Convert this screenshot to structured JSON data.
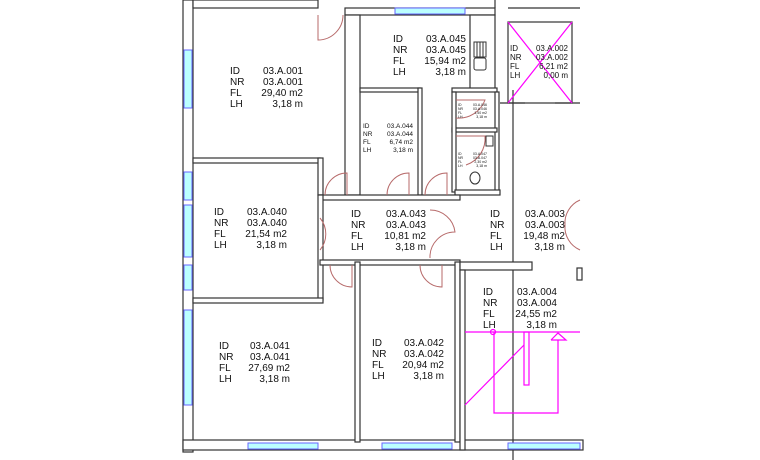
{
  "plan": {
    "field_labels": [
      "ID",
      "NR",
      "FL",
      "LH"
    ],
    "rooms": [
      {
        "key": "r001",
        "id": "03.A.001",
        "nr": "03.A.001",
        "fl": "29,40 m2",
        "lh": "3,18 m"
      },
      {
        "key": "r045",
        "id": "03.A.045",
        "nr": "03.A.045",
        "fl": "15,94 m2",
        "lh": "3,18 m"
      },
      {
        "key": "r002",
        "id": "03.A.002",
        "nr": "03.A.002",
        "fl": "6,21 m2",
        "lh": "0,00 m"
      },
      {
        "key": "r044",
        "id": "03.A.044",
        "nr": "03.A.044",
        "fl": "6,74 m2",
        "lh": "3,18 m"
      },
      {
        "key": "r046",
        "id": "03.A.046",
        "nr": "03.A.046",
        "fl": "1,50 m2",
        "lh": "3,18 m"
      },
      {
        "key": "r047",
        "id": "03.A.047",
        "nr": "03.A.047",
        "fl": "2,30 m2",
        "lh": "3,18 m"
      },
      {
        "key": "r040",
        "id": "03.A.040",
        "nr": "03.A.040",
        "fl": "21,54 m2",
        "lh": "3,18 m"
      },
      {
        "key": "r043",
        "id": "03.A.043",
        "nr": "03.A.043",
        "fl": "10,81 m2",
        "lh": "3,18 m"
      },
      {
        "key": "r003",
        "id": "03.A.003",
        "nr": "03.A.003",
        "fl": "19,48 m2",
        "lh": "3,18 m"
      },
      {
        "key": "r004",
        "id": "03.A.004",
        "nr": "03.A.004",
        "fl": "24,55 m2",
        "lh": "3,18 m"
      },
      {
        "key": "r041",
        "id": "03.A.041",
        "nr": "03.A.041",
        "fl": "27,69 m2",
        "lh": "3,18 m"
      },
      {
        "key": "r042",
        "id": "03.A.042",
        "nr": "03.A.042",
        "fl": "20,94 m2",
        "lh": "3,18 m"
      }
    ],
    "colors": {
      "wall": "#333333",
      "door": "#b76a6a",
      "window": "#bbffff",
      "stair": "#ff00ff"
    }
  }
}
